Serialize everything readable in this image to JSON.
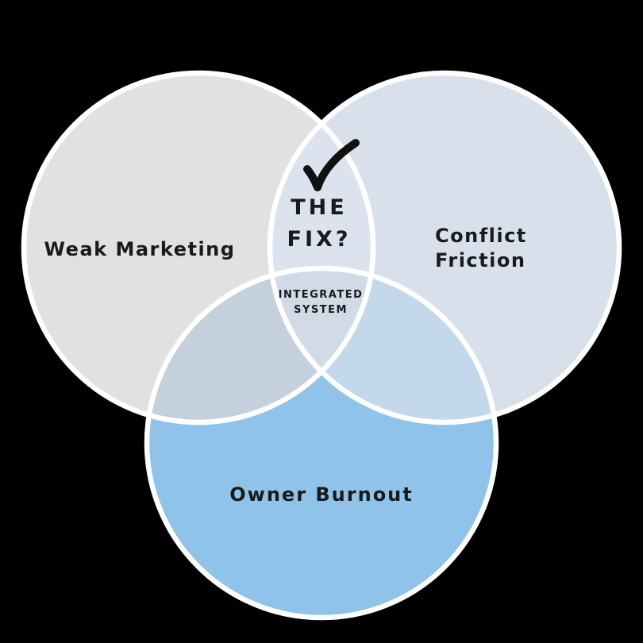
{
  "diagram": {
    "type": "venn-3-circle",
    "left_circle_label": "Weak Marketing",
    "right_circle_label_line1": "Conflict",
    "right_circle_label_line2": "Friction",
    "bottom_circle_label": "Owner Burnout",
    "overlap_title_line1": "THE",
    "overlap_title_line2": "FIX?",
    "center_label_line1": "INTEGRATED",
    "center_label_line2": "SYSTEM",
    "check_icon_glyph": "✓"
  },
  "colors": {
    "background": "#000000",
    "circle_outline": "#ffffff",
    "left_only": "#e1e1e1",
    "right_only": "#d8e0ec",
    "bottom_only": "#8fc3e9",
    "left_right_overlap": "#dce3ee",
    "left_bottom_overlap": "#c4d1dc",
    "right_bottom_overlap": "#c4d8eb",
    "triple_overlap": "#d0dbe7",
    "label_text": "#1a1a1a",
    "check": "#111111"
  }
}
